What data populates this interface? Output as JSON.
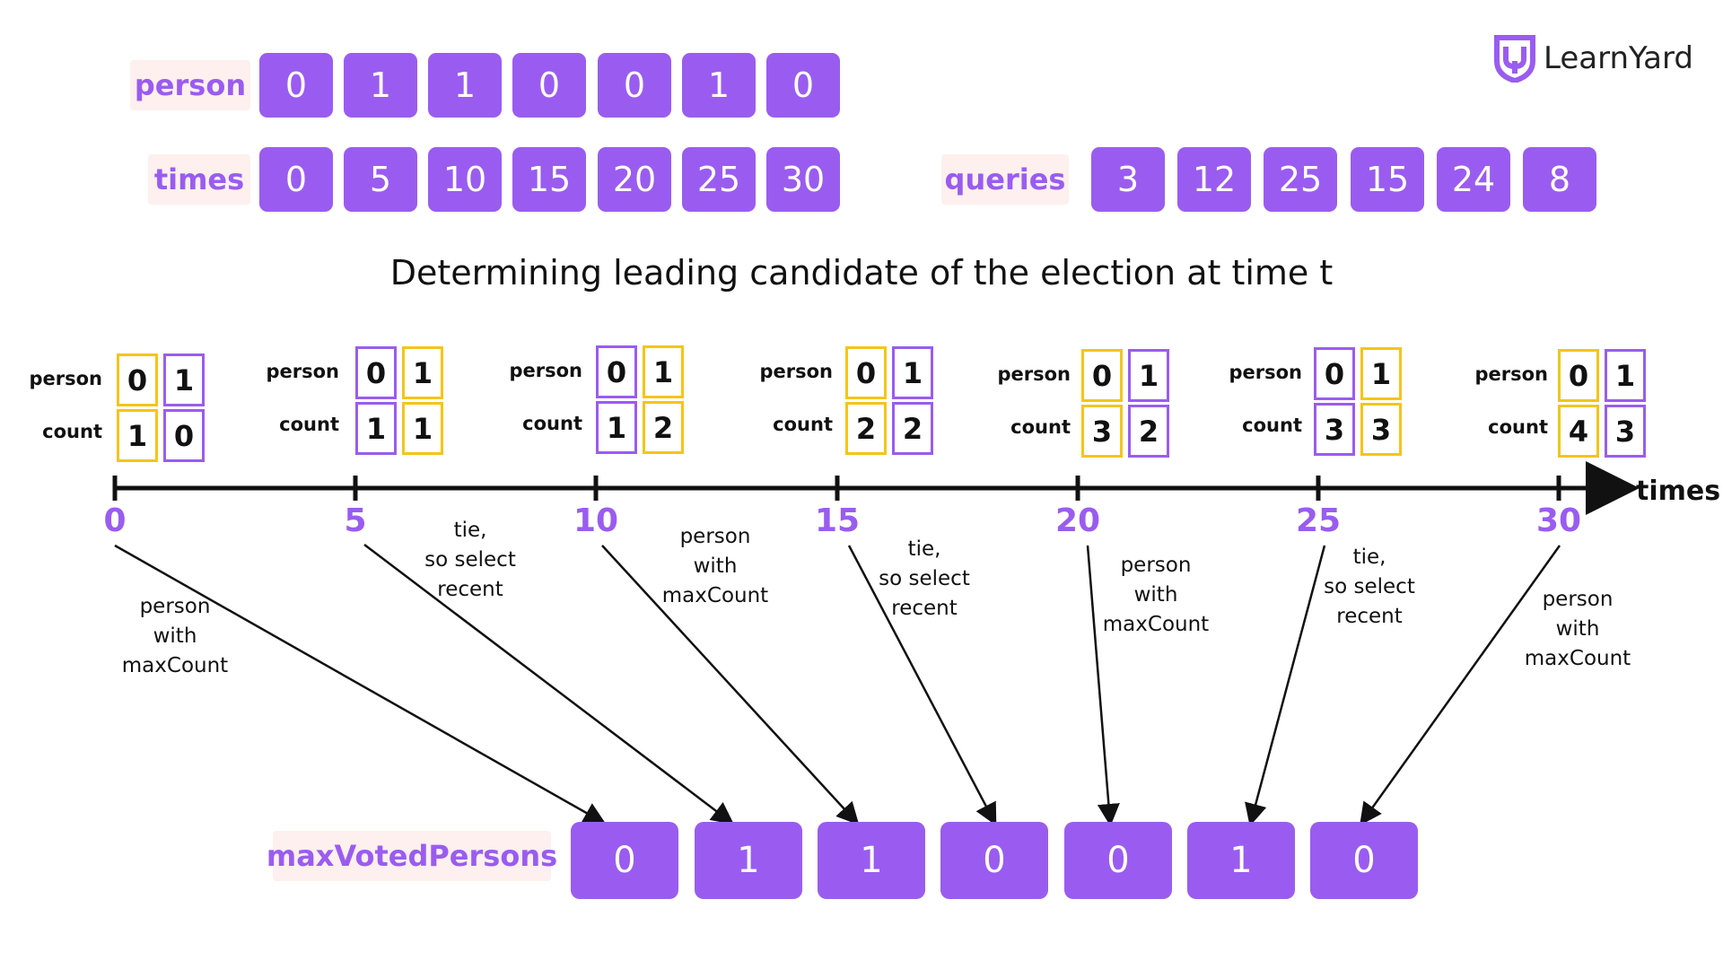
{
  "brand": {
    "name": "LearnYard",
    "logo_color": "#9a5cf0"
  },
  "colors": {
    "accent": "#9a5cf0",
    "label_bg": "#fdf0ee",
    "highlight": "#f5c518"
  },
  "arrays": {
    "person": {
      "label": "person",
      "values": [
        "0",
        "1",
        "1",
        "0",
        "0",
        "1",
        "0"
      ]
    },
    "times": {
      "label": "times",
      "values": [
        "0",
        "5",
        "10",
        "15",
        "20",
        "25",
        "30"
      ]
    },
    "queries": {
      "label": "queries",
      "values": [
        "3",
        "12",
        "25",
        "15",
        "24",
        "8"
      ]
    }
  },
  "title": "Determining leading candidate of the election at time t",
  "snapshots": {
    "row_labels": {
      "person": "person",
      "count": "count"
    },
    "items": [
      {
        "person": [
          "0",
          "1"
        ],
        "count": [
          "1",
          "0"
        ],
        "highlight": 0
      },
      {
        "person": [
          "0",
          "1"
        ],
        "count": [
          "1",
          "1"
        ],
        "highlight": 1
      },
      {
        "person": [
          "0",
          "1"
        ],
        "count": [
          "1",
          "2"
        ],
        "highlight": 1
      },
      {
        "person": [
          "0",
          "1"
        ],
        "count": [
          "2",
          "2"
        ],
        "highlight": 0
      },
      {
        "person": [
          "0",
          "1"
        ],
        "count": [
          "3",
          "2"
        ],
        "highlight": 0
      },
      {
        "person": [
          "0",
          "1"
        ],
        "count": [
          "3",
          "3"
        ],
        "highlight": 1
      },
      {
        "person": [
          "0",
          "1"
        ],
        "count": [
          "4",
          "3"
        ],
        "highlight": 0
      }
    ]
  },
  "timeline": {
    "axis_label": "times",
    "ticks": [
      "0",
      "5",
      "10",
      "15",
      "20",
      "25",
      "30"
    ],
    "notes": [
      [
        "person",
        "with",
        "maxCount"
      ],
      [
        "tie,",
        "so select",
        "recent"
      ],
      [
        "person",
        "with",
        "maxCount"
      ],
      [
        "tie,",
        "so select",
        "recent"
      ],
      [
        "person",
        "with",
        "maxCount"
      ],
      [
        "tie,",
        "so select",
        "recent"
      ],
      [
        "person",
        "with",
        "maxCount"
      ]
    ]
  },
  "maxVotedPersons": {
    "label": "maxVotedPersons",
    "values": [
      "0",
      "1",
      "1",
      "0",
      "0",
      "1",
      "0"
    ]
  }
}
